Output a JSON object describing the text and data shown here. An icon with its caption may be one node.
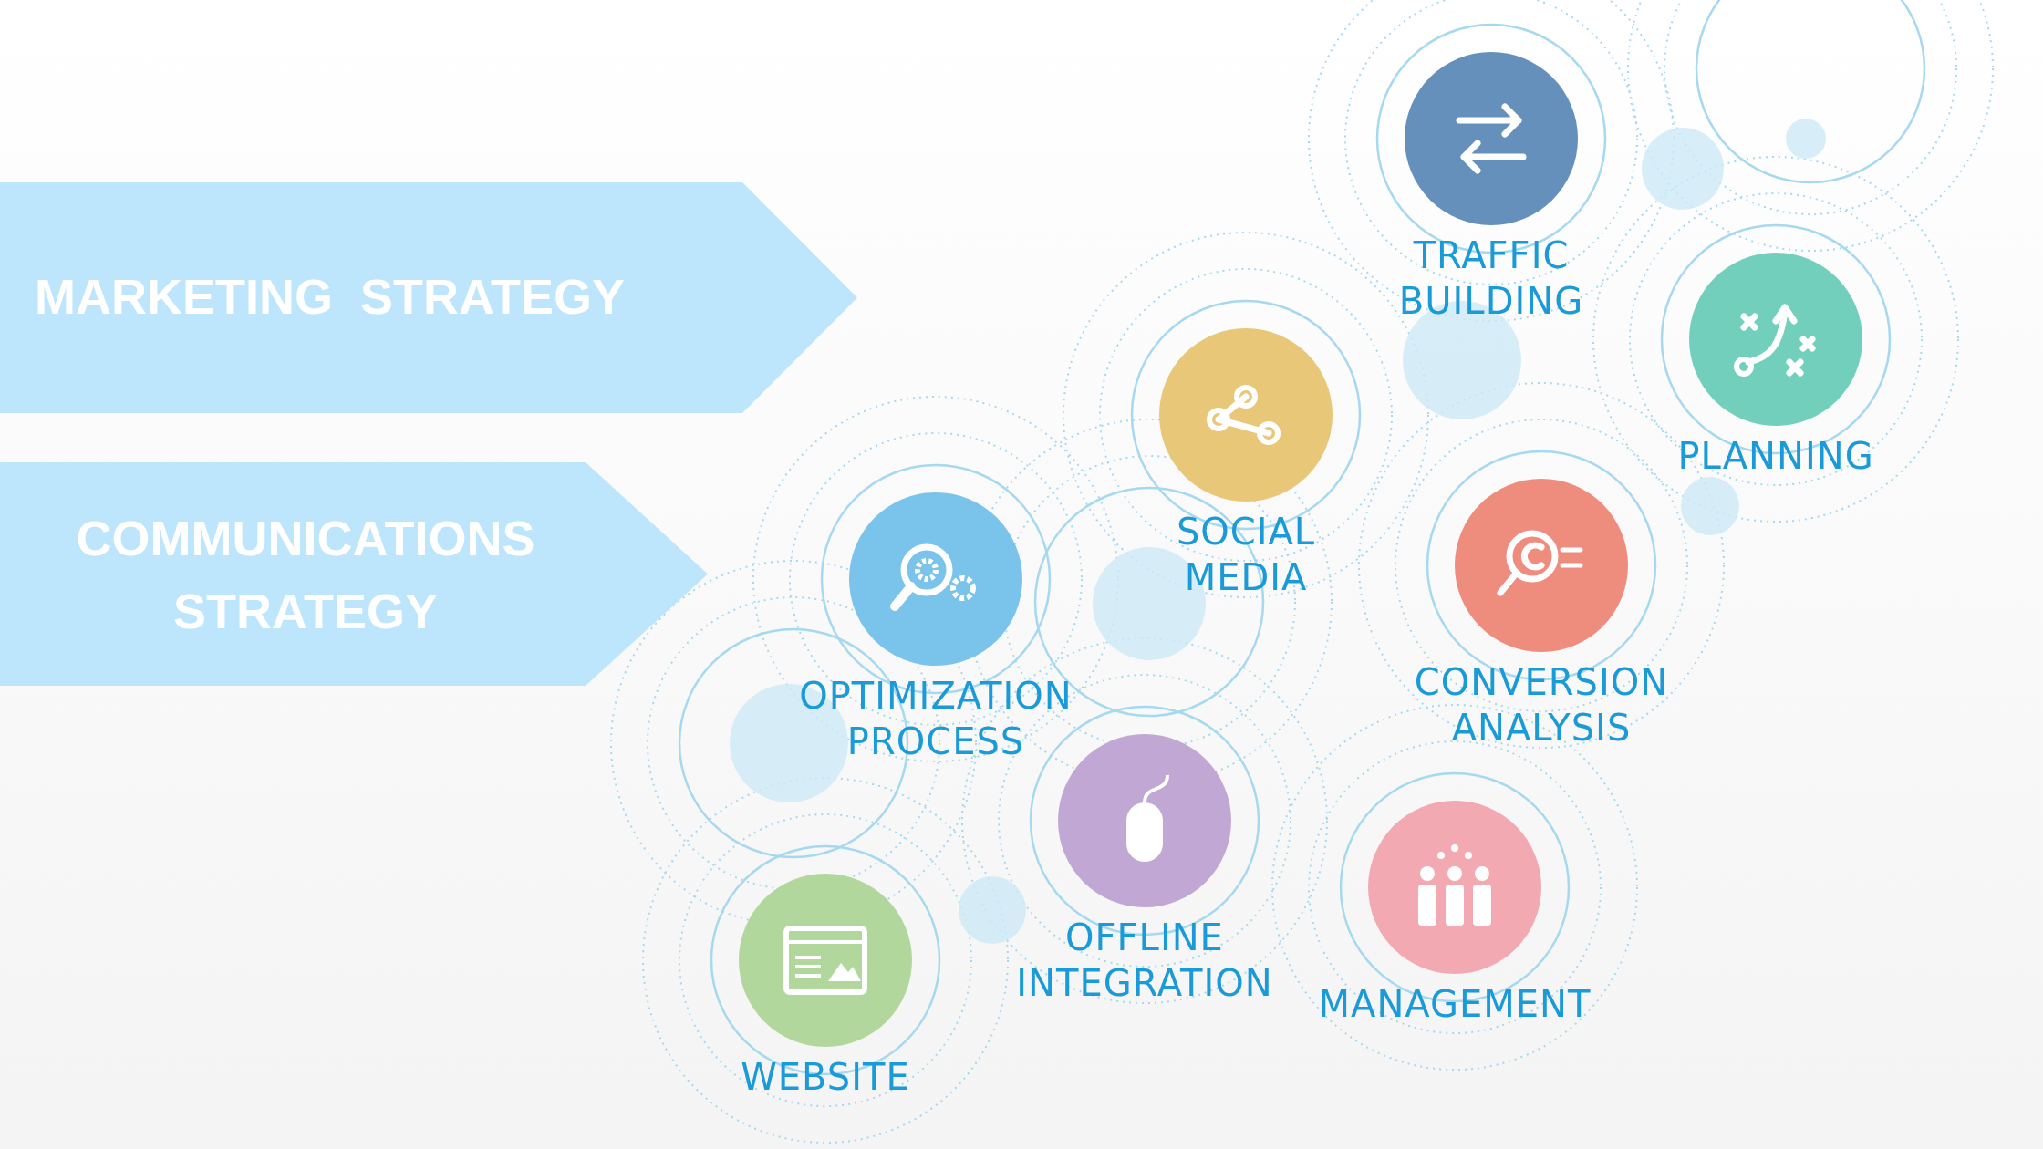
{
  "diagram": {
    "nodes": [
      {
        "text": [
          "MARKETING  STRATEGY"
        ]
      },
      {
        "text": [
          "COMMUNICATIONS STRATEGY"
        ]
      },
      {
        "text": [
          "TRAFFIC BUILDING"
        ]
      },
      {
        "text": [
          "SOCIAL MEDIA"
        ]
      },
      {
        "text": [
          "PLANNING"
        ]
      },
      {
        "text": [
          "OPTIMIZATION PROCESS"
        ]
      },
      {
        "text": [
          "CONVERSION ANALYSIS"
        ]
      },
      {
        "text": [
          "OFFLINE INTEGRATION"
        ]
      },
      {
        "text": [
          "MANAGEMENT"
        ]
      },
      {
        "text": [
          "WEBSITE"
        ]
      }
    ],
    "edges": []
  }
}
